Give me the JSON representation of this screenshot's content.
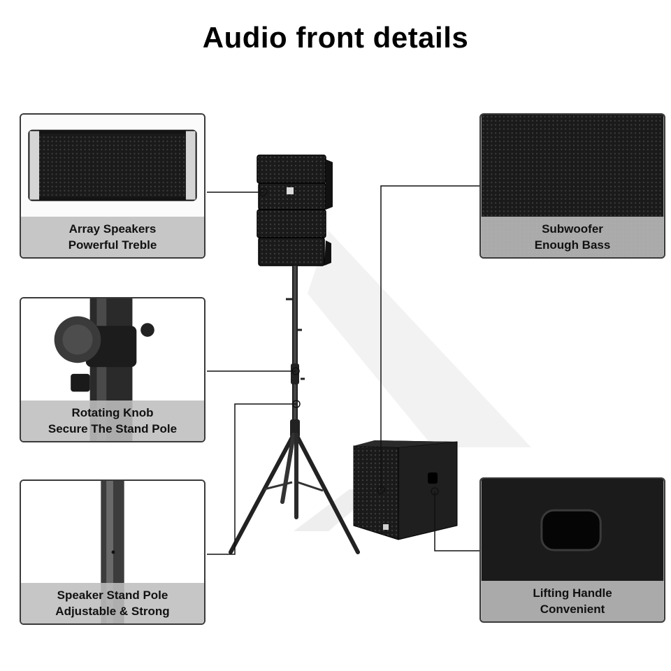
{
  "title": "Audio front details",
  "cards": [
    {
      "line1": "Array Speakers",
      "line2": "Powerful Treble"
    },
    {
      "line1": "Rotating Knob",
      "line2": "Secure The Stand Pole"
    },
    {
      "line1": "Speaker Stand Pole",
      "line2": "Adjustable & Strong"
    },
    {
      "line1": "Subwoofer",
      "line2": "Enough Bass"
    },
    {
      "line1": "Lifting Handle",
      "line2": "Convenient"
    }
  ],
  "colors": {
    "background": "#ffffff",
    "card_border": "#3a3a3a",
    "caption_band": "#bebebe",
    "speaker_black": "#1c1c1c",
    "callout_line": "#111111"
  },
  "icons": [
    "callout-marker-icon",
    "logo-badge-icon"
  ]
}
